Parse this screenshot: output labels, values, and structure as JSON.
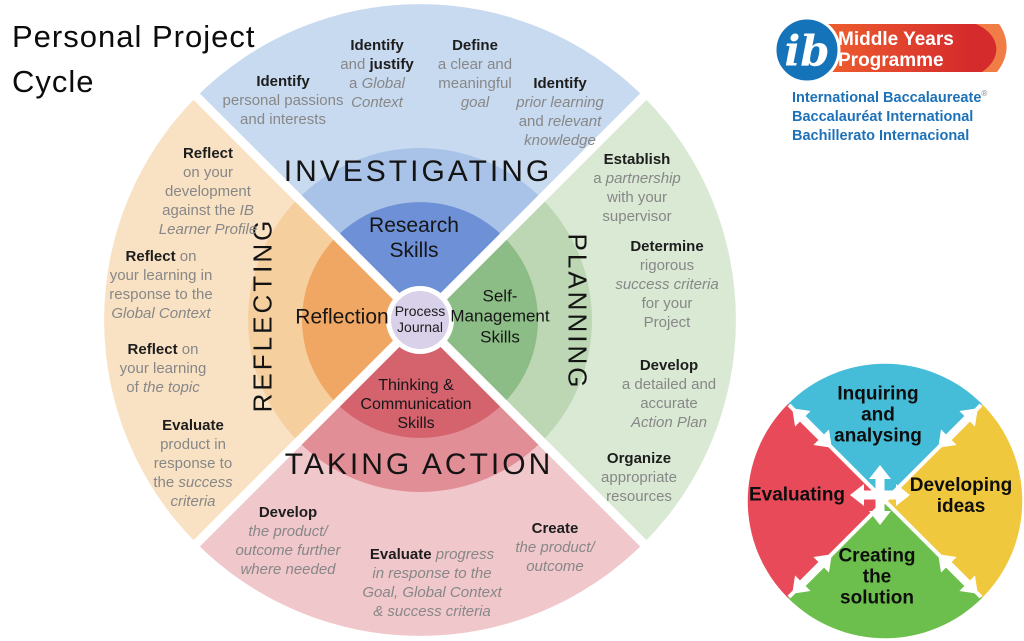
{
  "title": "Personal Project\nCycle",
  "logo": {
    "monogram": "ib",
    "banner_line1": "Middle Years",
    "banner_line2": "Programme",
    "registered": "®",
    "org_lines": [
      "International Baccalaureate",
      "Baccalauréat International",
      "Bachillerato Internacional"
    ],
    "colors": {
      "circle_blue": "#1573ba",
      "banner_orange": "#f2682f",
      "banner_red": "#d62b2c",
      "banner_swoosh": "#f07d46",
      "text_blue": "#1d71b8"
    }
  },
  "wheel": {
    "center_label": "Process\nJournal",
    "center_color": "#d8d1e9",
    "quadrants": [
      {
        "name": "INVESTIGATING",
        "skill": "Research\nSkills",
        "colors": {
          "outer": "#c8daf0",
          "mid": "#a9c2e8",
          "inner": "#6e90d6"
        }
      },
      {
        "name": "PLANNING",
        "skill": "Self-\nManagement\nSkills",
        "colors": {
          "outer": "#d9e9d4",
          "mid": "#bdd6b4",
          "inner": "#8cbd86"
        }
      },
      {
        "name": "TAKING ACTION",
        "skill": "Thinking &\nCommunication\nSkills",
        "colors": {
          "outer": "#f0c7cb",
          "mid": "#e28e96",
          "inner": "#d5636e"
        }
      },
      {
        "name": "REFLECTING",
        "skill": "Reflection",
        "colors": {
          "outer": "#f9e2c4",
          "mid": "#f5cf9e",
          "inner": "#f0a763"
        }
      }
    ],
    "notes": {
      "investigating": [
        {
          "lines": [
            [
              {
                "t": "Identify",
                "b": 1
              }
            ],
            [
              {
                "t": "personal passions"
              }
            ],
            [
              {
                "t": "and interests"
              }
            ]
          ]
        },
        {
          "lines": [
            [
              {
                "t": "Identify",
                "b": 1
              }
            ],
            [
              {
                "t": "and "
              },
              {
                "t": "justify",
                "b": 1
              }
            ],
            [
              {
                "t": "a "
              },
              {
                "t": "Global",
                "i": 1
              }
            ],
            [
              {
                "t": "Context",
                "i": 1
              }
            ]
          ]
        },
        {
          "lines": [
            [
              {
                "t": "Define",
                "b": 1
              }
            ],
            [
              {
                "t": "a clear and"
              }
            ],
            [
              {
                "t": "meaningful"
              }
            ],
            [
              {
                "t": "goal",
                "i": 1
              }
            ]
          ]
        },
        {
          "lines": [
            [
              {
                "t": "Identify",
                "b": 1
              }
            ],
            [
              {
                "t": "prior learning",
                "i": 1
              }
            ],
            [
              {
                "t": "and "
              },
              {
                "t": "relevant",
                "i": 1
              }
            ],
            [
              {
                "t": "knowledge",
                "i": 1
              }
            ]
          ]
        }
      ],
      "planning": [
        {
          "lines": [
            [
              {
                "t": "Establish",
                "b": 1
              }
            ],
            [
              {
                "t": "a "
              },
              {
                "t": "partnership",
                "i": 1
              }
            ],
            [
              {
                "t": "with your"
              }
            ],
            [
              {
                "t": "supervisor"
              }
            ]
          ]
        },
        {
          "lines": [
            [
              {
                "t": "Determine",
                "b": 1
              }
            ],
            [
              {
                "t": "rigorous"
              }
            ],
            [
              {
                "t": "success criteria",
                "i": 1
              }
            ],
            [
              {
                "t": "for your"
              }
            ],
            [
              {
                "t": "Project"
              }
            ]
          ]
        },
        {
          "lines": [
            [
              {
                "t": "Develop",
                "b": 1
              }
            ],
            [
              {
                "t": "a detailed and"
              }
            ],
            [
              {
                "t": "accurate"
              }
            ],
            [
              {
                "t": "Action Plan",
                "i": 1
              }
            ]
          ]
        },
        {
          "lines": [
            [
              {
                "t": "Organize",
                "b": 1
              }
            ],
            [
              {
                "t": "appropriate"
              }
            ],
            [
              {
                "t": "resources"
              }
            ]
          ]
        }
      ],
      "taking_action": [
        {
          "lines": [
            [
              {
                "t": "Develop",
                "b": 1
              }
            ],
            [
              {
                "t": "the product/",
                "i": 1
              }
            ],
            [
              {
                "t": "outcome further",
                "i": 1
              }
            ],
            [
              {
                "t": "where needed",
                "i": 1
              }
            ]
          ]
        },
        {
          "lines": [
            [
              {
                "t": "Evaluate ",
                "b": 1
              },
              {
                "t": "progress",
                "i": 1
              }
            ],
            [
              {
                "t": "in response to the",
                "i": 1
              }
            ],
            [
              {
                "t": "Goal, Global Context",
                "i": 1
              }
            ],
            [
              {
                "t": "& success criteria",
                "i": 1
              }
            ]
          ]
        },
        {
          "lines": [
            [
              {
                "t": "Create",
                "b": 1
              }
            ],
            [
              {
                "t": "the product/",
                "i": 1
              }
            ],
            [
              {
                "t": "outcome",
                "i": 1
              }
            ]
          ]
        }
      ],
      "reflecting": [
        {
          "lines": [
            [
              {
                "t": "Reflect",
                "b": 1
              }
            ],
            [
              {
                "t": "on your"
              }
            ],
            [
              {
                "t": "development"
              }
            ],
            [
              {
                "t": "against the "
              },
              {
                "t": "IB",
                "i": 1
              }
            ],
            [
              {
                "t": "Learner Profile",
                "i": 1
              }
            ]
          ]
        },
        {
          "lines": [
            [
              {
                "t": "Reflect",
                "b": 1
              },
              {
                "t": " on"
              }
            ],
            [
              {
                "t": "your learning in"
              }
            ],
            [
              {
                "t": "response to the"
              }
            ],
            [
              {
                "t": "Global Context",
                "i": 1
              }
            ]
          ]
        },
        {
          "lines": [
            [
              {
                "t": "Reflect",
                "b": 1
              },
              {
                "t": " on"
              }
            ],
            [
              {
                "t": "your learning"
              }
            ],
            [
              {
                "t": "of "
              },
              {
                "t": "the topic",
                "i": 1
              }
            ]
          ]
        },
        {
          "lines": [
            [
              {
                "t": "Evaluate",
                "b": 1
              }
            ],
            [
              {
                "t": "product in"
              }
            ],
            [
              {
                "t": "response to"
              }
            ],
            [
              {
                "t": "the "
              },
              {
                "t": "success",
                "i": 1
              }
            ],
            [
              {
                "t": "criteria",
                "i": 1
              }
            ]
          ]
        }
      ]
    }
  },
  "design_cycle": {
    "segments": [
      {
        "label": "Inquiring\nand\nanalysing",
        "color": "#45bcd8"
      },
      {
        "label": "Developing\nideas",
        "color": "#f0c83d"
      },
      {
        "label": "Creating\nthe\nsolution",
        "color": "#6cbf4c"
      },
      {
        "label": "Evaluating",
        "color": "#e84a5a"
      }
    ]
  }
}
